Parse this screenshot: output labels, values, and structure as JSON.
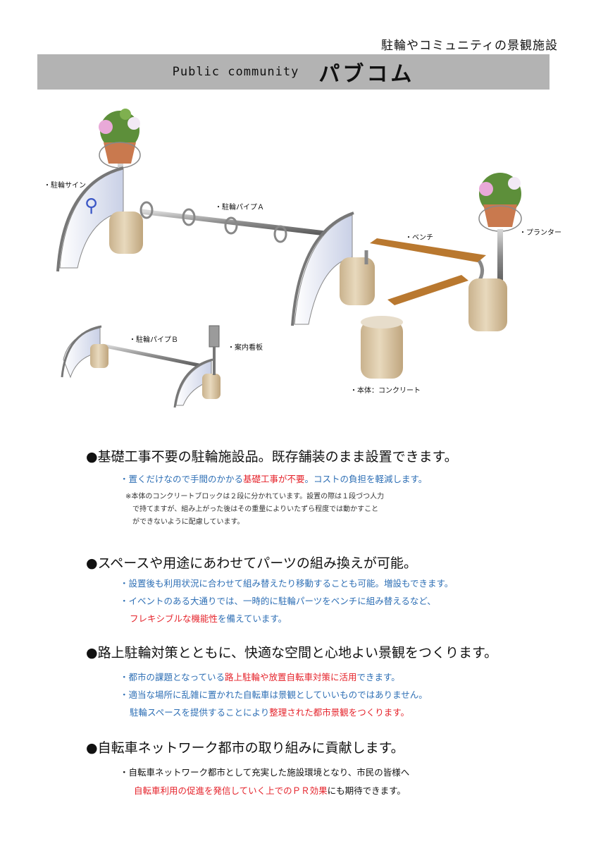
{
  "header": {
    "subtitle": "駐輪やコミュニティの景観施設",
    "title_en": "Public community",
    "title_jp": "パブコム"
  },
  "callouts": {
    "sign": "・駐輪サイン",
    "pipe_a": "・駐輪パイプＡ",
    "bench": "・ベンチ",
    "planter": "・プランター",
    "pipe_b": "・駐輪パイプＢ",
    "board": "・案内看板",
    "body": "・本体：コンクリート"
  },
  "sections": [
    {
      "heading": "●基礎工事不要の駐輪施設品。既存舗装のまま設置できます。",
      "b1": {
        "p1": "・置くだけなので手間のかかる",
        "p2": "基礎工事が不要",
        "p3": "。コストの負担を軽減します。"
      },
      "note": [
        "※本体のコンクリートブロックは２段に分かれています。設置の際は１段づつ人力",
        "で持てますが、組み上がった後はその重量によりいたずら程度では動かすこと",
        "ができないように配慮しています。"
      ]
    },
    {
      "heading": "●スペースや用途にあわせてパーツの組み換えが可能。",
      "b1": "・設置後も利用状況に合わせて組み替えたり移動することも可能。増設もできます。",
      "b2": "・イベントのある大通りでは、一時的に駐輪パーツをベンチに組み替えるなど、",
      "b3": {
        "p1": "フレキシブルな機能性",
        "p2": "を備えています。"
      }
    },
    {
      "heading": "●路上駐輪対策とともに、快適な空間と心地よい景観をつくります。",
      "b1": {
        "p1": "・都市の課題となっている",
        "p2": "路上駐輪や放置自転車対策に活用",
        "p3": "できます。"
      },
      "b2": "・適当な場所に乱雑に置かれた自転車は景観としていいものではありません。",
      "b3": {
        "p1": "駐輪スペースを提供することにより",
        "p2": "整理された都市景観をつくります。"
      }
    },
    {
      "heading": "●自転車ネットワーク都市の取り組みに貢献します。",
      "b1": "・自転車ネットワーク都市として充実した施設環境となり、市民の皆様へ",
      "b2": {
        "p1": "自転車利用の促進を発信していく上でのＰＲ効果",
        "p2": "にも期待できます。"
      }
    }
  ],
  "colors": {
    "banner": "#b3b3b3",
    "blue": "#2e6fb5",
    "red": "#e5232b",
    "wood": "#b9782f",
    "concrete": "#d9c6a6"
  }
}
